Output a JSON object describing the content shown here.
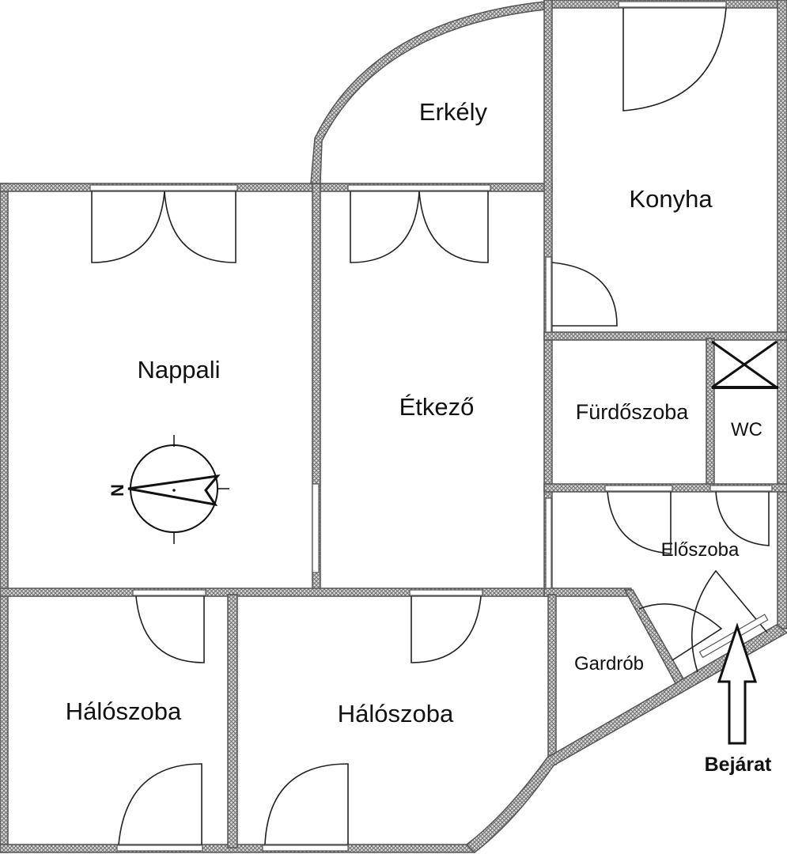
{
  "rooms": {
    "erkely": "Erkély",
    "konyha": "Konyha",
    "nappali": "Nappali",
    "etkezo": "Étkező",
    "furdoszoba": "Fürdőszoba",
    "wc": "WC",
    "eloszoba": "Előszoba",
    "gardrob": "Gardrób",
    "haloszoba_left": "Hálószoba",
    "haloszoba_right": "Hálószoba"
  },
  "entrance": {
    "label": "Bejárat"
  },
  "compass": {
    "letter": "N"
  }
}
